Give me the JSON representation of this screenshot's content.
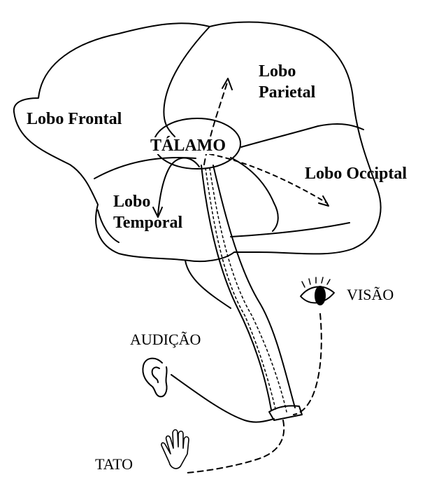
{
  "labels": {
    "lobo_frontal": "Lobo Frontal",
    "lobo_parietal_1": "Lobo",
    "lobo_parietal_2": "Parietal",
    "talamo": "TÁLAMO",
    "lobo_occipital": "Lobo Occiptal",
    "lobo_temporal_1": "Lobo",
    "lobo_temporal_2": "Temporal",
    "visao": "VISÃO",
    "audicao": "AUDIÇÃO",
    "tato": "TATO"
  },
  "icons": {
    "eye": "eye-icon",
    "ear": "ear-icon",
    "hand": "hand-icon"
  },
  "colors": {
    "ink": "#000000",
    "background": "#ffffff"
  }
}
